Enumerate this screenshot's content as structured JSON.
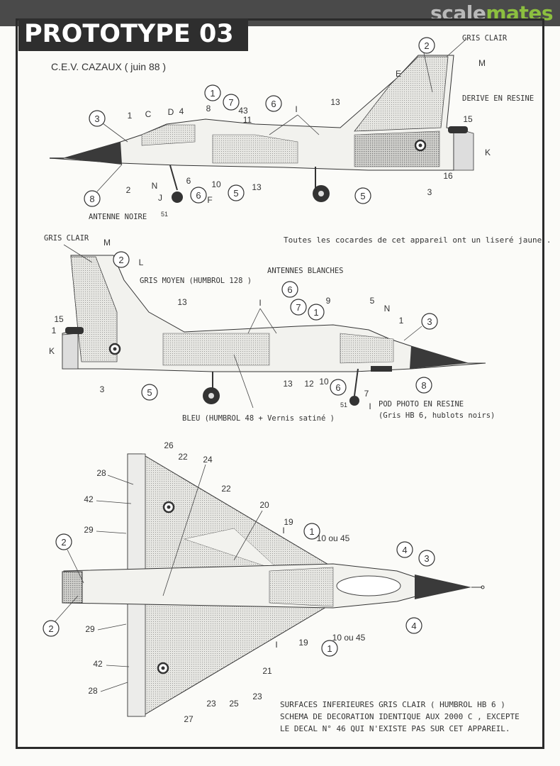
{
  "header": {
    "brand_part1": "scale",
    "brand_part2": "mates",
    "title": "PROTOTYPE 03",
    "subtitle": "C.E.V.  CAZAUX ( juin 88 )"
  },
  "side_view_right": {
    "labels": {
      "gris_clair": "GRIS CLAIR",
      "derive": "DERIVE EN RESINE",
      "antenne": "ANTENNE NOIRE"
    },
    "callouts_circled": [
      "3",
      "1",
      "7",
      "6",
      "2",
      "8",
      "6",
      "5",
      "5"
    ],
    "callouts_plain": [
      "1",
      "C",
      "D",
      "4",
      "8",
      "43",
      "11",
      "I",
      "13",
      "E",
      "M",
      "15",
      "K",
      "16",
      "3",
      "2",
      "N",
      "J",
      "6",
      "F",
      "10",
      "13",
      "51"
    ]
  },
  "side_view_left": {
    "labels": {
      "gris_clair": "GRIS CLAIR",
      "gris_moyen": "GRIS MOYEN (HUMBROL 128 )",
      "antennes": "ANTENNES BLANCHES",
      "bleu": "BLEU (HUMBROL 48 + Vernis satiné )",
      "pod_1": "POD PHOTO EN RESINE",
      "pod_2": "(Gris HB 6, hublots noirs)"
    },
    "note": "Toutes les cocardes de cet appareil ont un liseré jaune .",
    "callouts_circled": [
      "2",
      "6",
      "7",
      "1",
      "3",
      "5",
      "6",
      "8"
    ],
    "callouts_plain": [
      "M",
      "L",
      "15",
      "1",
      "K",
      "13",
      "I",
      "9",
      "5",
      "N",
      "1",
      "3",
      "13",
      "12",
      "10",
      "7",
      "51",
      "I"
    ]
  },
  "top_view": {
    "callouts_circled": [
      "2",
      "2",
      "1",
      "1",
      "4",
      "3",
      "4"
    ],
    "callouts_plain": [
      "26",
      "22",
      "24",
      "28",
      "42",
      "29",
      "22",
      "20",
      "19",
      "I",
      "10 ou 45",
      "29",
      "42",
      "28",
      "21",
      "23",
      "25",
      "23",
      "27",
      "19",
      "10 ou 45",
      "I"
    ]
  },
  "footer_note": {
    "line1": "SURFACES INFERIEURES GRIS CLAIR ( HUMBROL HB 6 )",
    "line2": "SCHEMA DE DECORATION IDENTIQUE AUX 2000 C , EXCEPTE",
    "line3": "LE DECAL N° 46 QUI N'EXISTE PAS SUR CET APPAREIL."
  },
  "colors": {
    "bar": "#4a4a4a",
    "brand_gray": "#b9b9b9",
    "brand_green": "#8cbf3f",
    "ink": "#2a2a2a",
    "paper": "#fbfbf8"
  }
}
